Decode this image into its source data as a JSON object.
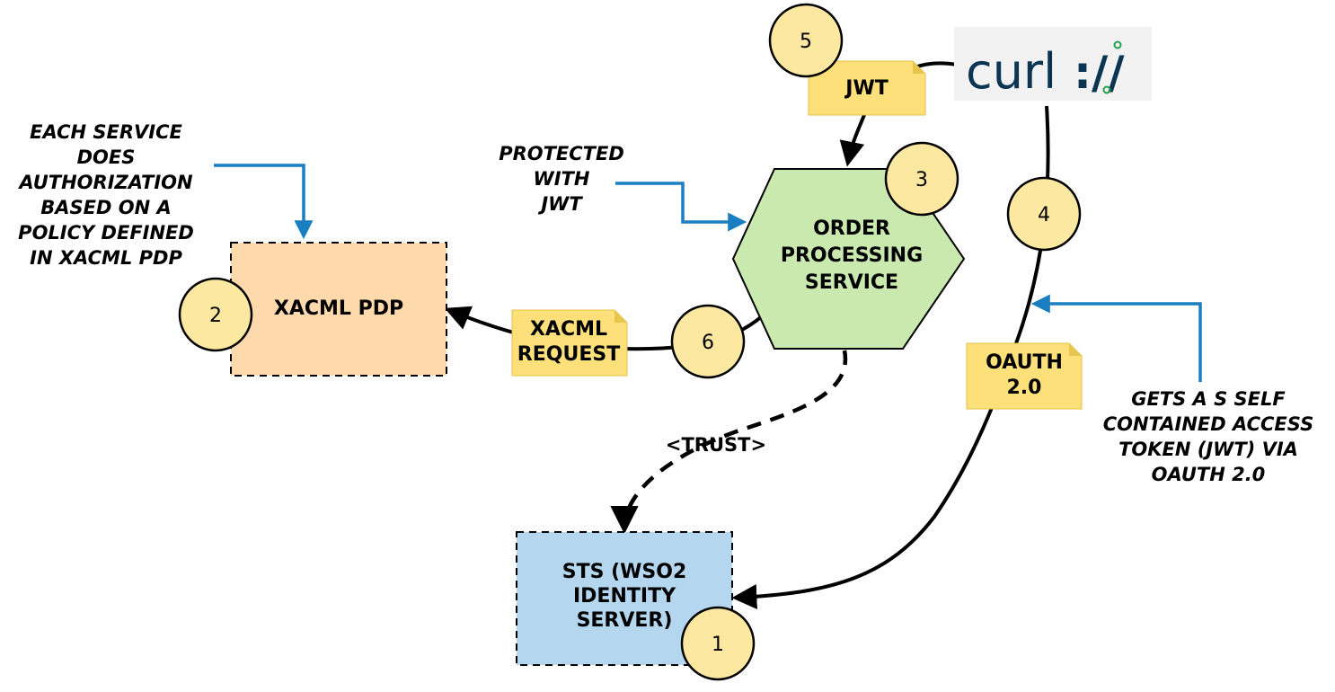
{
  "nodes": {
    "xacml_pdp": {
      "label": "XACML PDP",
      "fill": "#fdd9ab"
    },
    "order_service": {
      "lines": [
        "ORDER",
        "PROCESSING",
        "SERVICE"
      ],
      "fill": "#c9e9af"
    },
    "sts": {
      "lines": [
        "STS (WSO2",
        "IDENTITY",
        "SERVER)"
      ],
      "fill": "#b5d6ef"
    },
    "curl_logo": {
      "text": "curl",
      "suffix": "://",
      "color": "#0b3552",
      "accent": "#1fa14a"
    }
  },
  "badges": [
    "1",
    "2",
    "3",
    "4",
    "5",
    "6"
  ],
  "notes": {
    "jwt": "JWT",
    "xacml_request": [
      "XACML",
      "REQUEST"
    ],
    "oauth": [
      "OAUTH",
      "2.0"
    ]
  },
  "edge_labels": {
    "trust": "<TRUST>"
  },
  "annotations": {
    "authorization": [
      "EACH SERVICE",
      "DOES",
      "AUTHORIZATION",
      "BASED ON A",
      "POLICY DEFINED",
      "IN XACML PDP"
    ],
    "protected": [
      "PROTECTED",
      "WITH",
      "JWT"
    ],
    "gets_token": [
      "GETS A S SELF",
      "CONTAINED ACCESS",
      "TOKEN (JWT) VIA",
      "OAUTH 2.0"
    ]
  },
  "colors": {
    "annotation_arrow": "#1a7fc1",
    "flow_arrow": "#000000",
    "note": "#fde07a"
  }
}
